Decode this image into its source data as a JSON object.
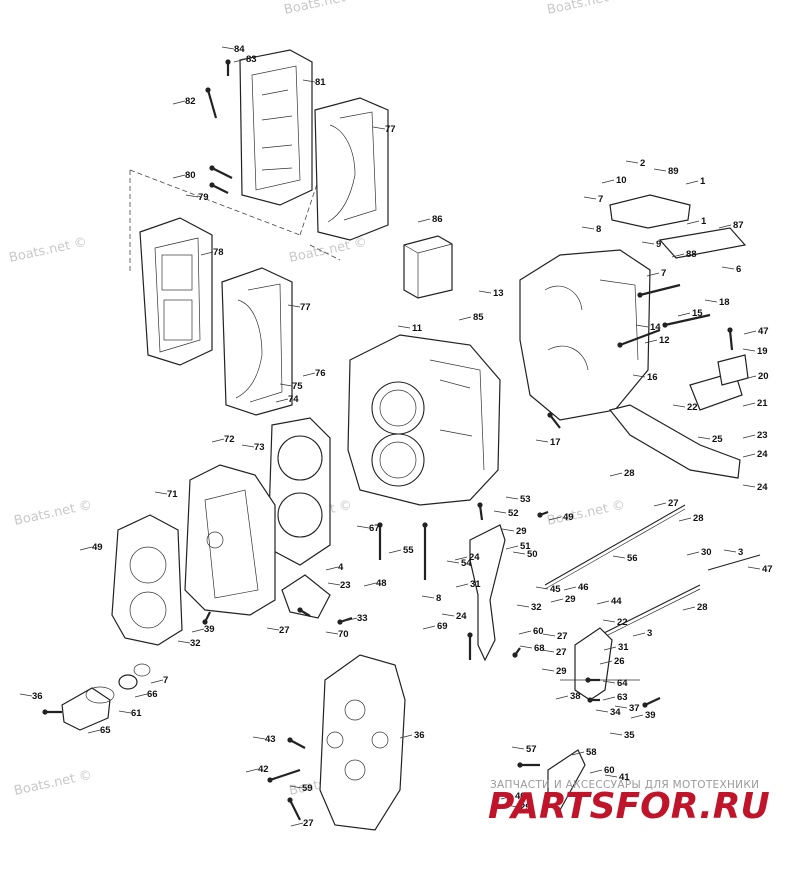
{
  "watermark": {
    "text": "Boats.net ©",
    "color": "#c9c9c9"
  },
  "brand": {
    "tagline": "ЗАПЧАСТИ И АКСЕССУАРЫ ДЛЯ МОТОТЕХНИКИ",
    "logo_text": "PARTSFOR.RU",
    "logo_color": "#c0142a"
  },
  "labels": [
    "84",
    "83",
    "81",
    "82",
    "77",
    "80",
    "79",
    "78",
    "77",
    "86",
    "2",
    "1",
    "89",
    "10",
    "7",
    "1",
    "8",
    "87",
    "9",
    "88",
    "6",
    "7",
    "13",
    "12",
    "11",
    "85",
    "18",
    "47",
    "14",
    "15",
    "19",
    "20",
    "16",
    "76",
    "75",
    "74",
    "22",
    "21",
    "17",
    "23",
    "25",
    "24",
    "73",
    "72",
    "71",
    "28",
    "24",
    "27",
    "53",
    "28",
    "52",
    "49",
    "29",
    "51",
    "50",
    "49",
    "67",
    "55",
    "54",
    "48",
    "56",
    "30",
    "3",
    "4",
    "23",
    "24",
    "47",
    "31",
    "8",
    "46",
    "45",
    "29",
    "32",
    "28",
    "27",
    "33",
    "70",
    "69",
    "24",
    "39",
    "32",
    "60",
    "68",
    "44",
    "22",
    "3",
    "27",
    "31",
    "27",
    "26",
    "29",
    "7",
    "36",
    "66",
    "61",
    "65",
    "64",
    "63",
    "34",
    "38",
    "37",
    "39",
    "35",
    "36",
    "57",
    "58",
    "43",
    "42",
    "59",
    "60",
    "41",
    "40",
    "29",
    "27",
    "61"
  ]
}
